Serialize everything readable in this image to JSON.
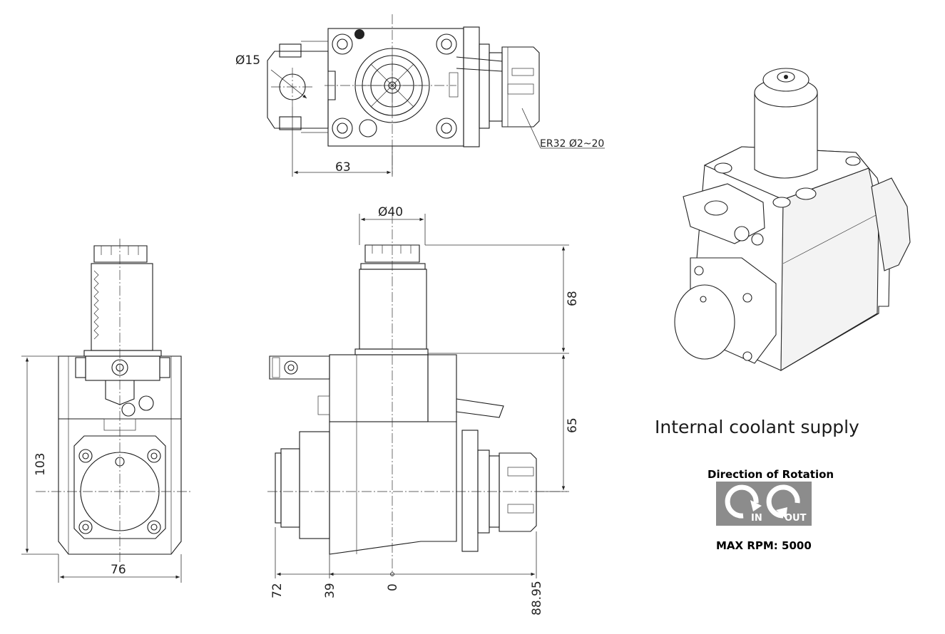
{
  "dimensions": {
    "top_view_bore": "Ø15",
    "top_view_offset": "63",
    "collet": "ER32 Ø2~20",
    "shaft_diameter": "Ø40",
    "upper_height": "68",
    "lower_height": "65",
    "total_height": "103",
    "width": "76",
    "x_left": "72",
    "x_shoulder": "39",
    "x_zero": "0",
    "x_right": "88.95"
  },
  "info": {
    "coolant": "Internal coolant supply",
    "rotation_title": "Direction of Rotation",
    "rotation_in": "IN",
    "rotation_out": "OUT",
    "max_rpm": "MAX RPM: 5000"
  },
  "colors": {
    "line": "#1a1a1a",
    "rotation_badge": "#8c8c8c"
  }
}
